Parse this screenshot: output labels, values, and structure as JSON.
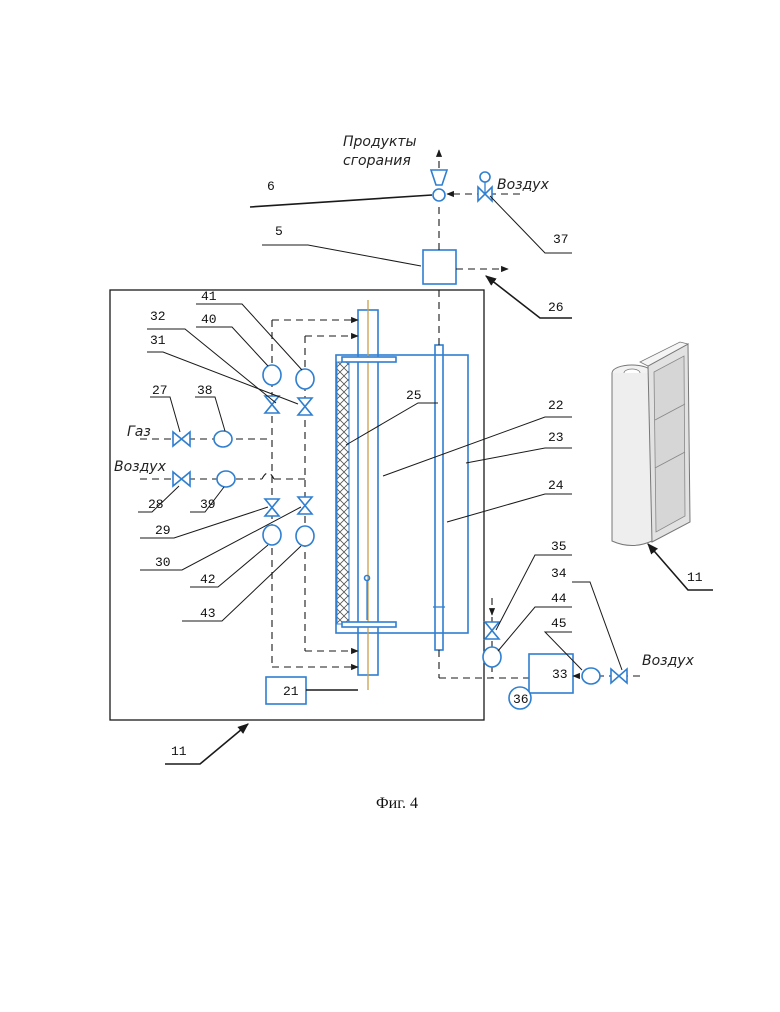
{
  "labels": {
    "products": [
      "Продукты",
      "сгорания"
    ],
    "gas": "Газ",
    "air_left": "Воздух",
    "air_top": "Воздух",
    "air_right": "Воздух"
  },
  "numbers": {
    "n5": "5",
    "n6": "6",
    "n11": "11",
    "n11b": "11",
    "n21": "21",
    "n22": "22",
    "n23": "23",
    "n24": "24",
    "n25": "25",
    "n26": "26",
    "n27": "27",
    "n28": "28",
    "n29": "29",
    "n30": "30",
    "n31": "31",
    "n32": "32",
    "n33": "33",
    "n34": "34",
    "n35": "35",
    "n36": "36",
    "n37": "37",
    "n38": "38",
    "n39": "39",
    "n40": "40",
    "n41": "41",
    "n42": "42",
    "n43": "43",
    "n44": "44",
    "n45": "45"
  },
  "caption": "Фиг. 4",
  "colors": {
    "equipment": "#2f7fd1",
    "lines": "#1a1a1a"
  }
}
